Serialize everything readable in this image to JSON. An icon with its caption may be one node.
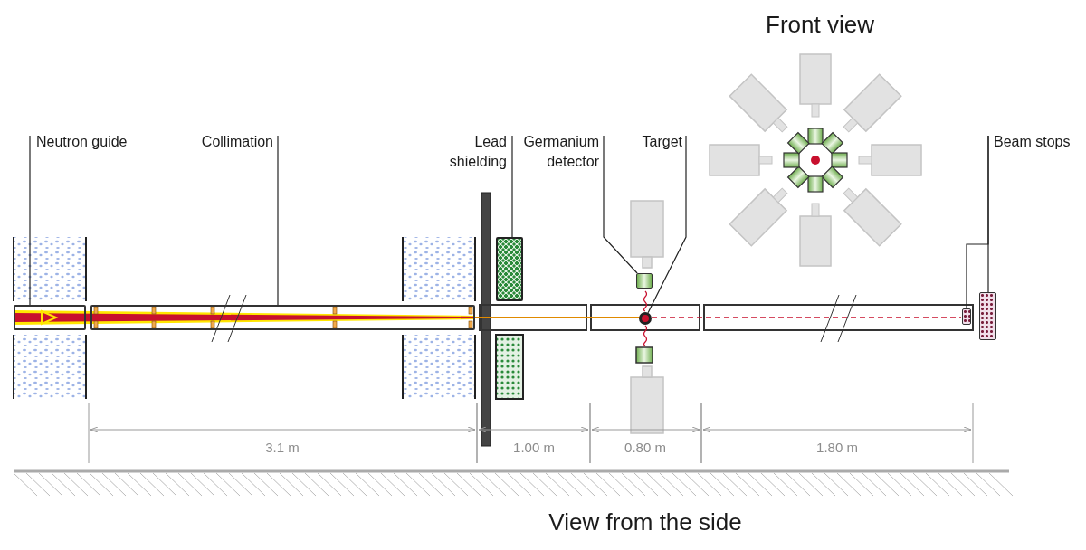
{
  "diagram": {
    "nodes": [
      {
        "text": [
          "Neutron guide"
        ]
      },
      {
        "text": [
          "Collimation"
        ]
      },
      {
        "text": [
          "Lead shielding"
        ]
      },
      {
        "text": [
          "Germanium detector"
        ]
      },
      {
        "text": [
          "Target"
        ]
      },
      {
        "text": [
          "Beam stops"
        ]
      },
      {
        "text": [],
        "shape": "bar"
      },
      {
        "text": [],
        "shape": "bar"
      },
      {
        "text": [],
        "shape": "box"
      },
      {
        "text": [],
        "shape": "box"
      },
      {
        "text": [],
        "shape": "circle"
      },
      {
        "text": [],
        "shape": "box"
      },
      {
        "text": [],
        "shape": "box"
      }
    ],
    "edges": [
      {
        "from": 0,
        "to": 6,
        "arrow": "none"
      },
      {
        "from": 1,
        "to": 7,
        "arrow": "none"
      },
      {
        "from": 2,
        "to": 8,
        "arrow": "none"
      },
      {
        "from": 3,
        "to": 9,
        "arrow": "none"
      },
      {
        "from": 4,
        "to": 10,
        "arrow": "none"
      },
      {
        "from": 5,
        "to": 11,
        "arrow": "none"
      },
      {
        "from": 5,
        "to": 12,
        "arrow": "none"
      }
    ],
    "labels": [
      "Front view",
      "3.1 m",
      "1.00 m",
      "0.80 m",
      "1.80 m",
      "View from the side"
    ]
  }
}
